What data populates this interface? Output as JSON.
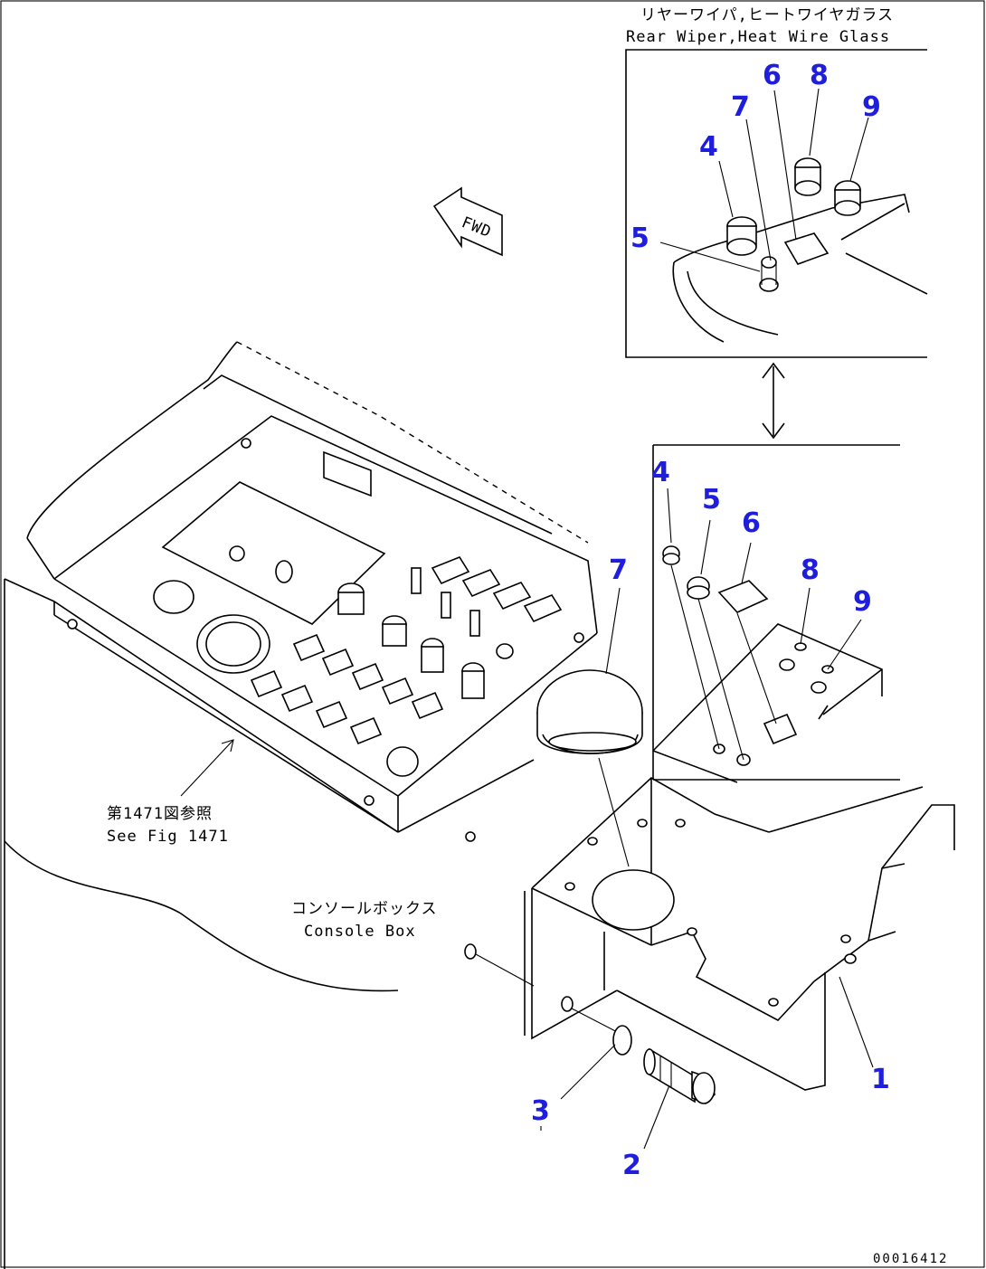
{
  "inset": {
    "title_jp": "リヤーワイパ,ヒートワイヤガラス",
    "title_en": "Rear Wiper,Heat Wire Glass"
  },
  "fwd_label": "FWD",
  "notes": {
    "see_fig_jp": "第1471図参照",
    "see_fig_en": "See Fig 1471",
    "console_jp": "コンソールボックス",
    "console_en": "Console Box"
  },
  "drawing_number": "00016412",
  "callouts_inset": [
    "6",
    "8",
    "7",
    "9",
    "4",
    "5"
  ],
  "callouts_main": [
    "4",
    "5",
    "6",
    "7",
    "8",
    "9",
    "1",
    "3",
    "2"
  ]
}
